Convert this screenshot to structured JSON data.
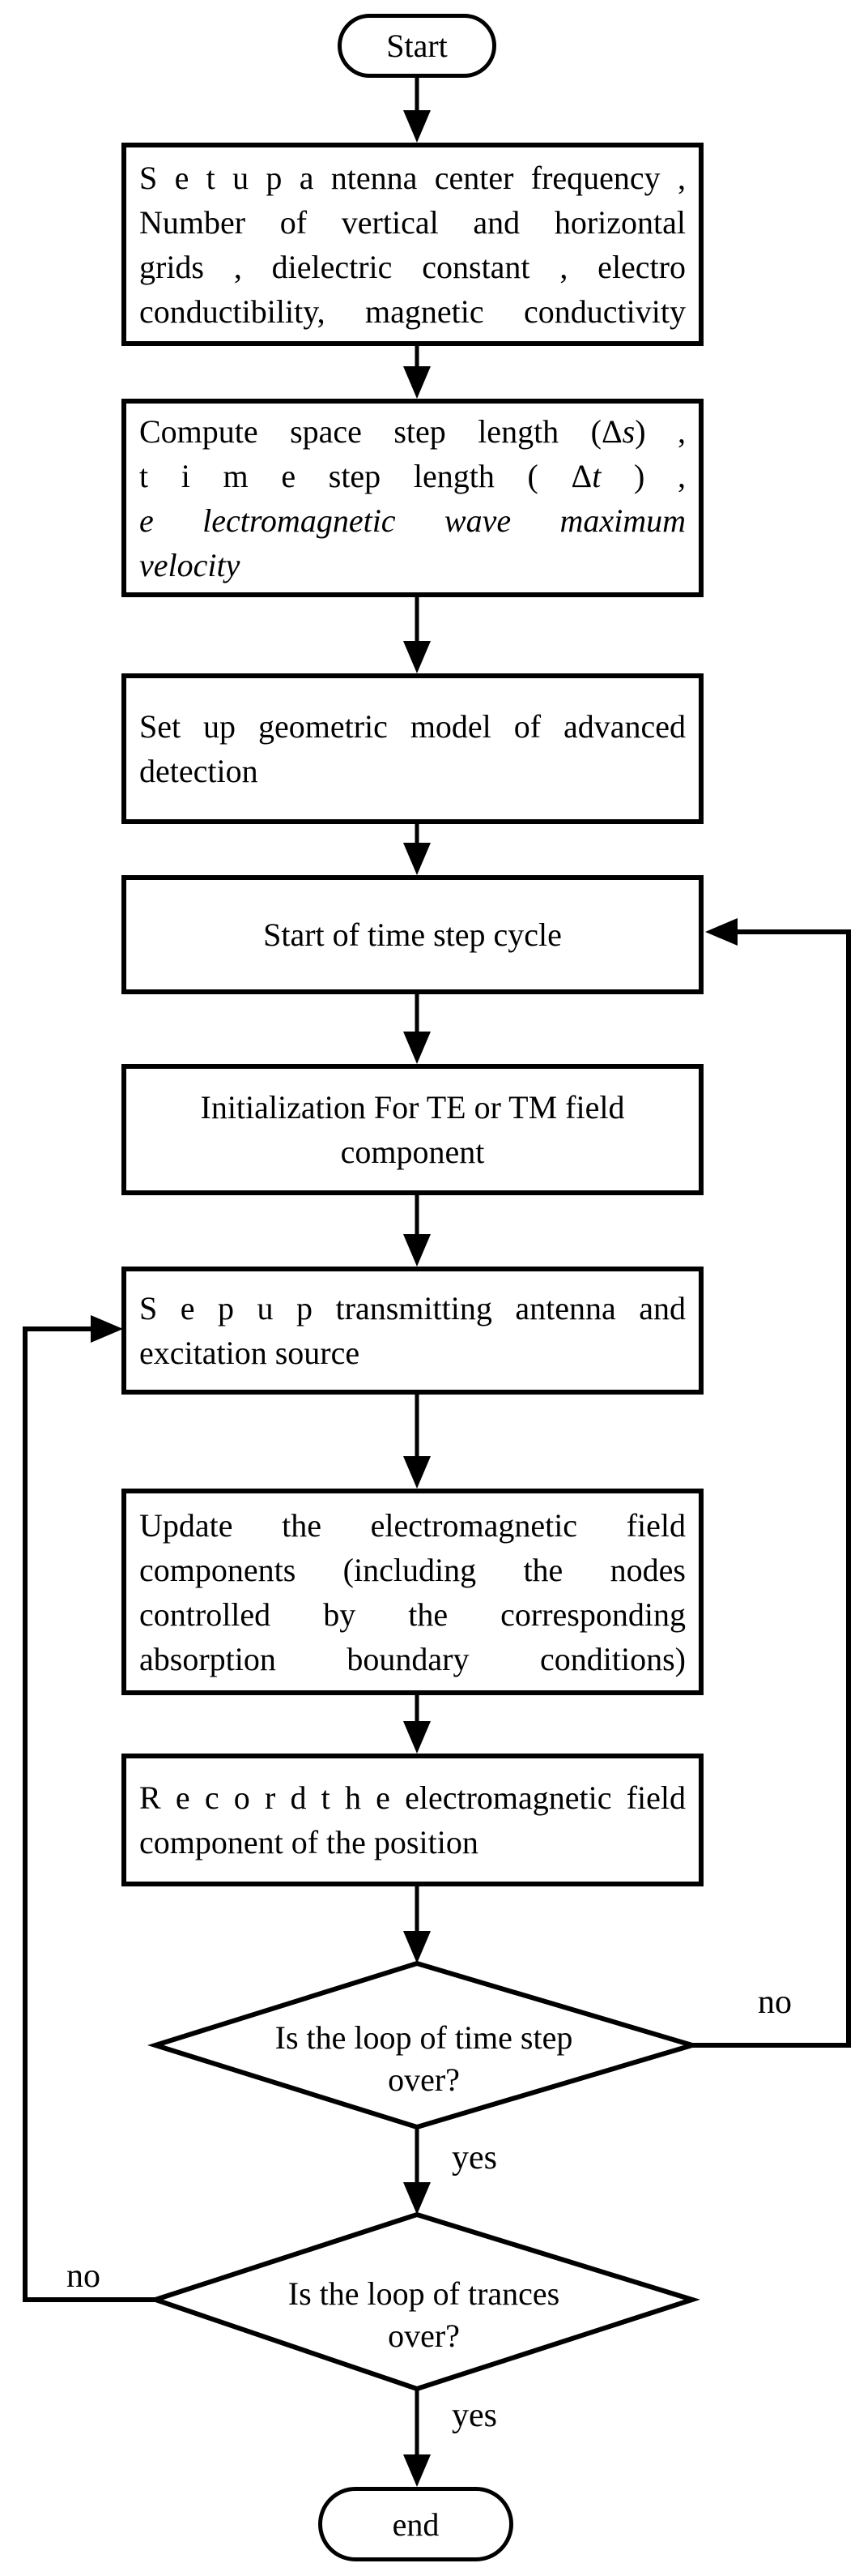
{
  "colors": {
    "ink": "#000000",
    "paper": "#ffffff"
  },
  "nodes": {
    "start": {
      "label": "Start"
    },
    "setup_params": {
      "lines": [
        "S e t  u p  a ntenna center frequency ,",
        "Number of vertical and horizontal",
        "grids , dielectric constant , electro",
        "conductibility, magnetic conductivity"
      ]
    },
    "compute_steps": {
      "lines": [
        {
          "pre": "Compute space step length (",
          "delta": "Δ",
          "var": "s",
          "post": ") ,"
        },
        {
          "pre": "t i m e  step  length  ( ",
          "delta": "Δ",
          "var": "t",
          "post": " ) ,"
        },
        {
          "italic": "e lectromagnetic  wave  maximum"
        },
        {
          "italic": "velocity"
        }
      ]
    },
    "geometric_model": {
      "lines": [
        "Set up geometric model of  advanced",
        "detection"
      ]
    },
    "time_step_cycle": {
      "label": "Start of time step cycle"
    },
    "initialization": {
      "lines": [
        "Initialization For TE or TM field",
        "component"
      ]
    },
    "transmit_antenna": {
      "lines": [
        "S e p  u p  transmitting antenna and",
        "excitation source"
      ]
    },
    "update_field": {
      "lines": [
        "Update  the  electromagnetic  field",
        "components  (including  the  nodes",
        "controlled  by  the  corresponding",
        "absorption boundary conditions)"
      ]
    },
    "record_field": {
      "lines": [
        "R e c o r d  t h e electromagnetic field",
        "component of the position"
      ]
    },
    "decision_time_step": {
      "lines": [
        "Is the loop of time step",
        "over?"
      ]
    },
    "decision_trances": {
      "lines": [
        "Is the loop of trances",
        "over?"
      ]
    },
    "end": {
      "label": "end"
    }
  },
  "edge_labels": {
    "time_step_no": "no",
    "time_step_yes": "yes",
    "trances_no": "no",
    "trances_yes": "yes"
  }
}
